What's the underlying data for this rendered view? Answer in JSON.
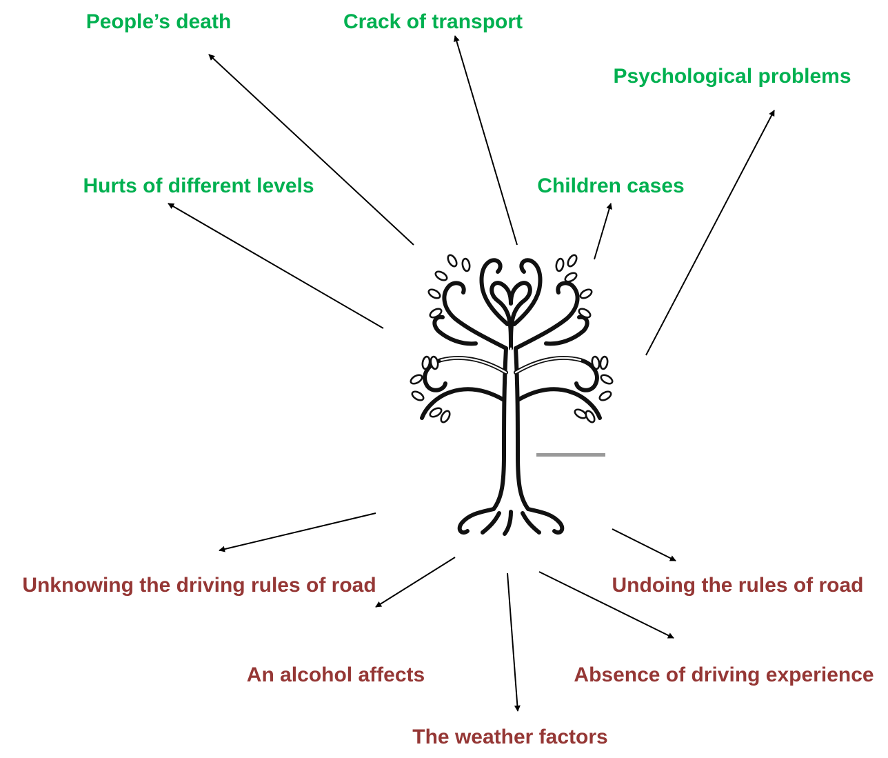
{
  "colors": {
    "effect": "#00B050",
    "cause": "#953735",
    "arrow": "#000000"
  },
  "effects": [
    {
      "id": "peoples-death",
      "label": "People’s death"
    },
    {
      "id": "crack-of-transport",
      "label": "Crack of transport"
    },
    {
      "id": "psychological-problems",
      "label": "Psychological problems"
    },
    {
      "id": "hurts-of-different-levels",
      "label": "Hurts of different levels"
    },
    {
      "id": "children-cases",
      "label": "Children cases"
    }
  ],
  "causes": [
    {
      "id": "unknowing-driving-rules",
      "label": "Unknowing the driving rules of road"
    },
    {
      "id": "undoing-rules",
      "label": "Undoing the rules of road"
    },
    {
      "id": "alcohol-affects",
      "label": "An alcohol affects"
    },
    {
      "id": "absence-of-experience",
      "label": "Absence of driving experience"
    },
    {
      "id": "weather-factors",
      "label": "The weather factors"
    }
  ],
  "tree_icon": "tree-icon"
}
